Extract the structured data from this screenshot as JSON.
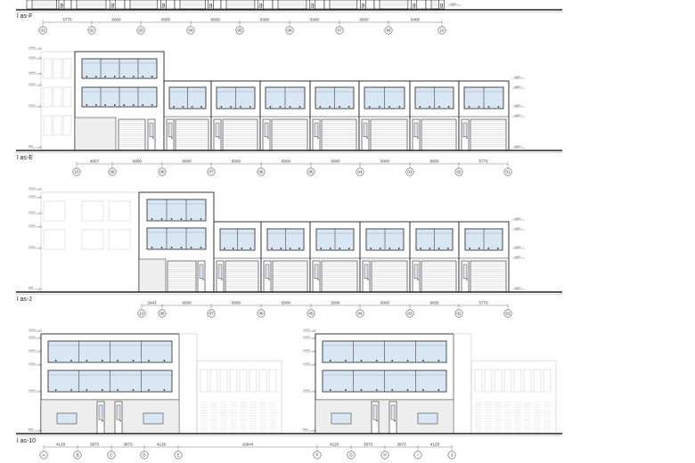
{
  "sheet": {
    "colors": {
      "line": "#222222",
      "glass": "#d9e6f3",
      "shade": "#eeeeee",
      "faint": "#bbbbbb"
    },
    "elevations": [
      {
        "id": "as-f",
        "title": "l as-F",
        "grid": [
          "01",
          "02",
          "03",
          "04",
          "05",
          "06",
          "07",
          "08",
          "10"
        ],
        "dims": [
          "5770",
          "6000",
          "6000",
          "6000",
          "6000",
          "6000",
          "6000",
          "6400"
        ]
      },
      {
        "id": "as-e",
        "title": "l as-E",
        "grid": [
          "10",
          "09",
          "08",
          "07",
          "06",
          "05",
          "04",
          "03",
          "02",
          "01"
        ],
        "dims": [
          "4007",
          "6090",
          "6000",
          "6000",
          "6000",
          "6000",
          "6000",
          "6000",
          "5770"
        ]
      },
      {
        "id": "as-j",
        "title": "l as-J",
        "grid": [
          "10",
          "08",
          "07",
          "06",
          "05",
          "04",
          "03",
          "02",
          "01"
        ],
        "dims": [
          "2443",
          "6000",
          "6000",
          "6000",
          "6000",
          "6000",
          "6000",
          "5770"
        ]
      },
      {
        "id": "as-10",
        "title": "l as-10",
        "grid": [
          "A",
          "B",
          "C",
          "D",
          "E",
          "F",
          "G",
          "H",
          "I",
          "J"
        ],
        "dims": [
          "4128",
          "3973",
          "3973",
          "4128",
          "16944",
          "4128",
          "3973",
          "3973",
          "4128"
        ]
      }
    ],
    "levels": [
      "+xxxx",
      "+xxxx",
      "+xxxx",
      "+xxxx",
      "+xxxx",
      "Peil"
    ]
  }
}
